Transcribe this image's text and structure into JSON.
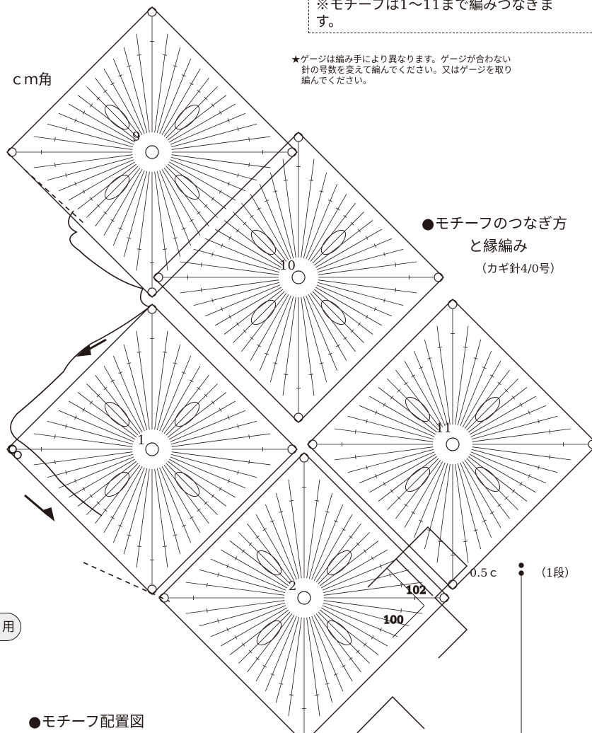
{
  "top_note": {
    "line1": "※モチーフは1～11まで編みつなぎま",
    "line2": "す。"
  },
  "gauge_note": {
    "line1": "★ゲージは編み手により異なります。ゲージが合わない",
    "line2": "針の号数を変えて編んでください。又はゲージを取り",
    "line3": "編んでください。"
  },
  "left_size": "ｃｍ角",
  "joining_title": {
    "line1": "●モチーフのつなぎ方",
    "line2": "と縁編み",
    "hook": "（カギ針4/0号）"
  },
  "motifs": [
    {
      "label": "9"
    },
    {
      "label": "10"
    },
    {
      "label": "1"
    },
    {
      "label": "11"
    },
    {
      "label": "2"
    }
  ],
  "circle_tab_label": "用",
  "edging_legend": {
    "width": "0.5ｃ",
    "rounds": "（1段）"
  },
  "layout": {
    "title": "●モチーフ配置図",
    "cells": [
      "102",
      "100"
    ]
  },
  "colors": {
    "ink": "#231815",
    "paper": "#ffffff"
  }
}
